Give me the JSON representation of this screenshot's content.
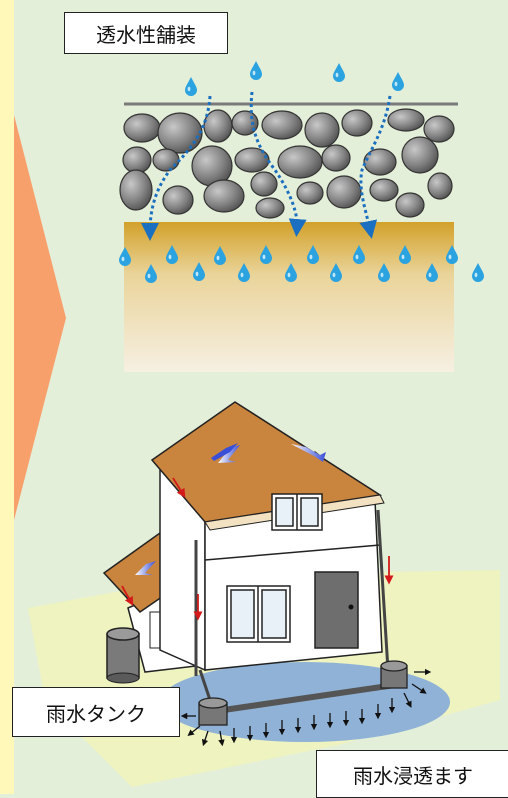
{
  "labels": {
    "permeable_pavement": "透水性舗装",
    "rain_tank": "雨水タンク",
    "infiltration_basin": "雨水浸透ます"
  },
  "colors": {
    "background": "#e4efd9",
    "left_strip": "#fff8b8",
    "arrow": "#f7a06c",
    "soil_top": "#d6a72a",
    "soil_bottom": "#f5eede",
    "water": "#2aa3e0",
    "stone": "#7a7a7a",
    "roof": "#c9843e",
    "ground_pad": "#eef3c0",
    "infiltration_area": "#8fb2d6"
  }
}
